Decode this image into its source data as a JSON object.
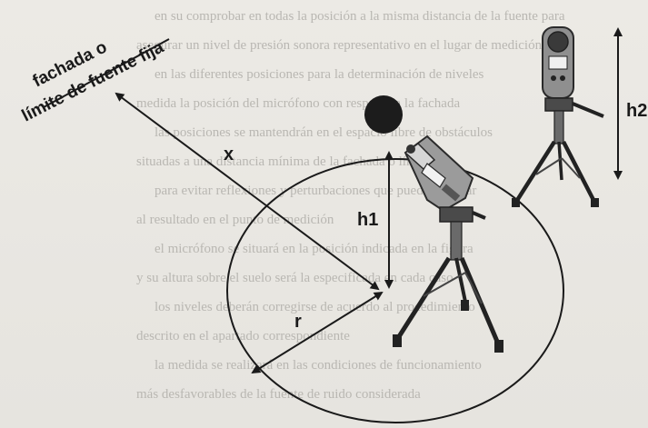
{
  "labels": {
    "facade_line1": "fachada o",
    "facade_line2": "límite de fuente fija",
    "x": "x",
    "h1": "h1",
    "h2": "h2",
    "r": "r"
  },
  "colors": {
    "ink": "#1a1a1a",
    "background": "#e9e7e2",
    "bleed_text": "#b9b7b2"
  },
  "background_text_lines": [
    "en su comprobar en todas la posición a la misma distancia de la fuente para",
    "asegurar un nivel de presión sonora representativo en el lugar de medición",
    "en las diferentes posiciones para la determinación de niveles",
    "medida la posición del micrófono con respecto a la fachada",
    "las posiciones se mantendrán en el espacio libre de obstáculos",
    "situadas a una distancia mínima de la fachada o límite",
    "para evitar reflexiones y perturbaciones que puedan afectar",
    "al resultado en el punto de medición",
    "el micrófono se situará en la posición indicada en la figura",
    "y su altura sobre el suelo será la especificada en cada caso",
    "los niveles deberán corregirse de acuerdo al procedimiento",
    "descrito en el apartado correspondiente",
    "la medida se realizará en las condiciones de funcionamiento",
    "más desfavorables de la fuente de ruido considerada"
  ]
}
